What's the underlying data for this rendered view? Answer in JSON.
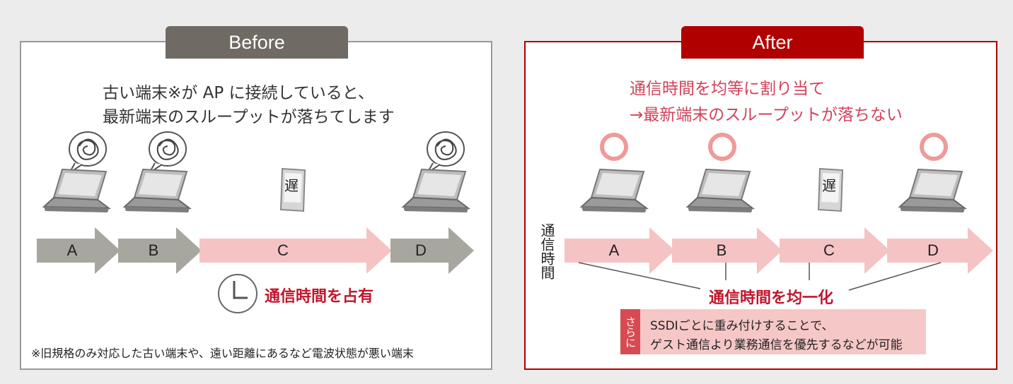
{
  "before": {
    "tab_label": "Before",
    "heading_line1": "古い端末※が AP に接続していると、",
    "heading_line2": "最新端末のスループットが落ちてします",
    "phone_label": "遅",
    "arrows": [
      "A",
      "B",
      "C",
      "D"
    ],
    "occupy_label": "通信時間を占有",
    "footnote": "※旧規格のみ対応した古い端末や、遠い距離にあるなど電波状態が悪い端末"
  },
  "after": {
    "tab_label": "After",
    "heading_line1": "通信時間を均等に割り当て",
    "heading_line2": "→最新端末のスループットが落ちない",
    "phone_label": "遅",
    "arrows": [
      "A",
      "B",
      "C",
      "D"
    ],
    "vertical_label": "通信時間",
    "equalize_label": "通信時間を均一化",
    "bonus_tag": "さらに",
    "bonus_line1": "SSDIごとに重み付けすることで、",
    "bonus_line2": "ゲスト通信より業務通信を優先するなどが可能"
  },
  "colors": {
    "gray_arrow": "#a7a69f",
    "pink_arrow": "#f5c3c3",
    "accent_red": "#c0162c",
    "dark_red": "#b00000",
    "tab_gray": "#6f6a64",
    "ok_circle": "#ef9a9a"
  },
  "icons": [
    "laptop-icon",
    "phone-icon",
    "frustration-bubble-icon",
    "clock-icon",
    "ok-circle-icon"
  ]
}
